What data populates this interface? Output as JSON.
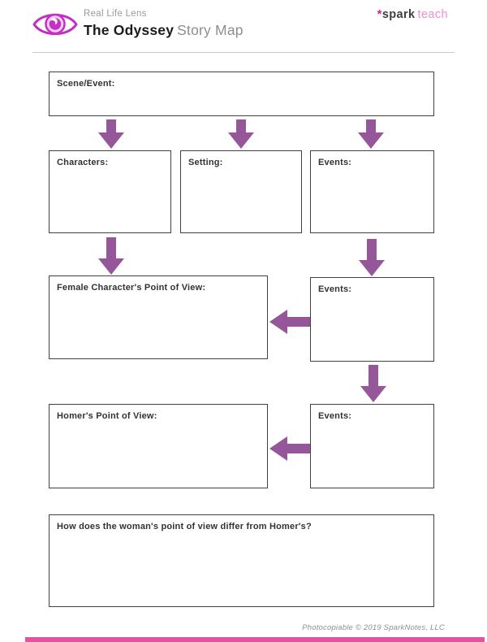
{
  "header": {
    "brand_line": "Real Life Lens",
    "title_bold": "The Odyssey",
    "title_rest": "Story Map",
    "logo_asterisk": "*",
    "logo_spark": "spark",
    "logo_teach": "teach"
  },
  "diagram": {
    "boxes": {
      "scene_event": {
        "label": "Scene/Event:"
      },
      "characters": {
        "label": "Characters:"
      },
      "setting": {
        "label": "Setting:"
      },
      "events_top": {
        "label": "Events:"
      },
      "female_pov": {
        "label": "Female Character's Point of View:"
      },
      "events_mid": {
        "label": "Events:"
      },
      "homer_pov": {
        "label": "Homer's Point of View:"
      },
      "events_bottom": {
        "label": "Events:"
      },
      "question": {
        "label": "How does the woman's point of view differ from Homer's?"
      }
    }
  },
  "footer": {
    "copyright": "Photocopiable © 2019 SparkNotes, LLC"
  },
  "icons": {
    "eye_logo": "eye-icon",
    "arrows": "flow-arrow-icon"
  },
  "colors": {
    "arrow_purple": "#96579a",
    "eye_magenta": "#c32fc3",
    "brand_pink": "#e0218a",
    "brand_pink_light": "#ef8fc7",
    "footer_bar_pink": "#ea4fa6",
    "box_border": "#404040",
    "divider_gray": "#c9c9c9",
    "muted_text": "#8f8f8f"
  }
}
